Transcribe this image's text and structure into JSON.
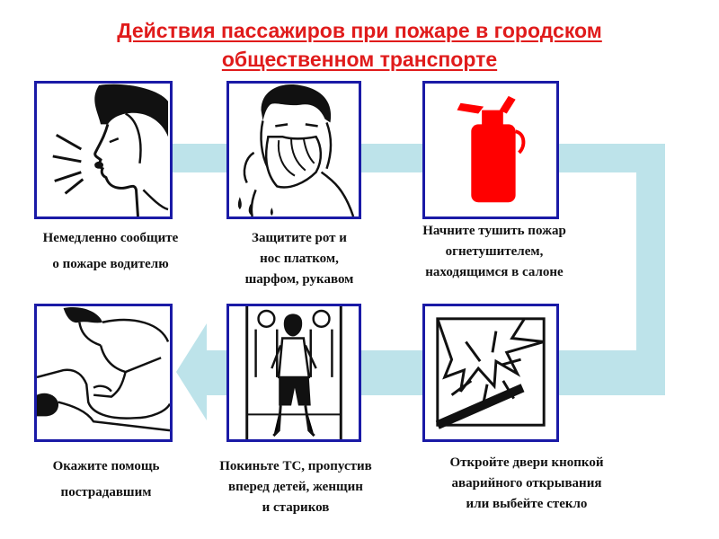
{
  "title": {
    "line1": "Действия пассажиров при пожаре в городском",
    "line2": "общественном транспорте"
  },
  "colors": {
    "title": "#e01b1b",
    "panel_border": "#1a1aa6",
    "flow_arrow": "#bde3ea",
    "extinguisher": "#ff0000"
  },
  "steps": [
    {
      "id": "notify-driver",
      "icon": "shouting-person-icon",
      "lines": [
        "Немедленно сообщите",
        "о пожаре водителю"
      ]
    },
    {
      "id": "protect-mouth",
      "icon": "person-covering-face-icon",
      "lines": [
        "Защитите рот и",
        "нос платком,",
        "шарфом, рукавом"
      ]
    },
    {
      "id": "extinguish",
      "icon": "fire-extinguisher-icon",
      "lines": [
        "Начните тушить пожар",
        "огнетушителем,",
        "находящимся в салоне"
      ]
    },
    {
      "id": "open-doors",
      "icon": "breaking-glass-icon",
      "lines": [
        "Откройте двери кнопкой",
        "аварийного открывания",
        "или выбейте стекло"
      ]
    },
    {
      "id": "leave-vehicle",
      "icon": "exiting-people-icon",
      "lines": [
        "Покиньте ТС, пропустив",
        "вперед детей, женщин",
        "и стариков"
      ]
    },
    {
      "id": "help-injured",
      "icon": "first-aid-person-icon",
      "lines": [
        "Окажите помощь",
        "пострадавшим"
      ]
    }
  ]
}
